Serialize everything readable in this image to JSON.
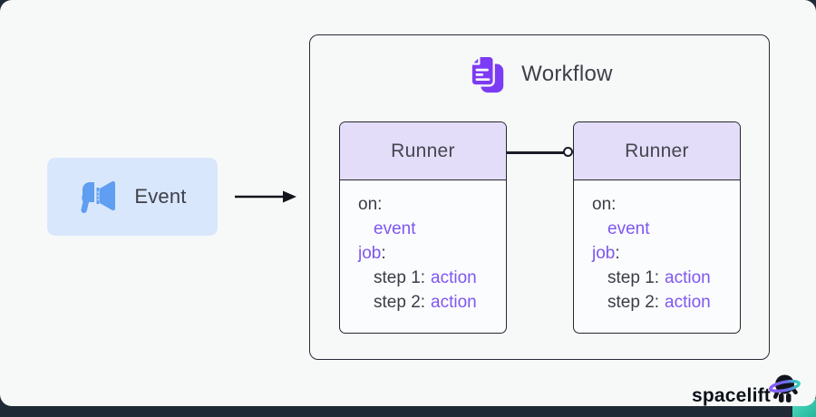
{
  "event": {
    "label": "Event",
    "icon": "megaphone-icon"
  },
  "arrow": {
    "direction": "right"
  },
  "workflow": {
    "title": "Workflow",
    "icon": "documents-icon"
  },
  "runners": [
    {
      "title": "Runner",
      "code": {
        "on": "on:",
        "event": "event",
        "job": "job",
        "job_colon": ":",
        "step1": "step 1:",
        "action1": "action",
        "step2": "step 2:",
        "action2": "action"
      }
    },
    {
      "title": "Runner",
      "code": {
        "on": "on:",
        "event": "event",
        "job": "job",
        "job_colon": ":",
        "step1": "step 1:",
        "action1": "action",
        "step2": "step 2:",
        "action2": "action"
      }
    }
  ],
  "connector": {
    "type": "line-with-open-circle-end"
  },
  "branding": {
    "logo_text": "spacelift",
    "mascot": "spacelift-astronaut-icon"
  },
  "colors": {
    "accent_purple_text": "#7e57f0",
    "icon_purple": "#7c3bf4",
    "icon_blue": "#5f9ef0",
    "event_box_bg": "#d9e7fd",
    "runner_header_bg": "#e4ddf9",
    "panel_bg": "#f7f9f9",
    "footer_bar": "#1e2a35",
    "teal_accent": "#2fd3b5",
    "border_dark": "#26262f"
  }
}
